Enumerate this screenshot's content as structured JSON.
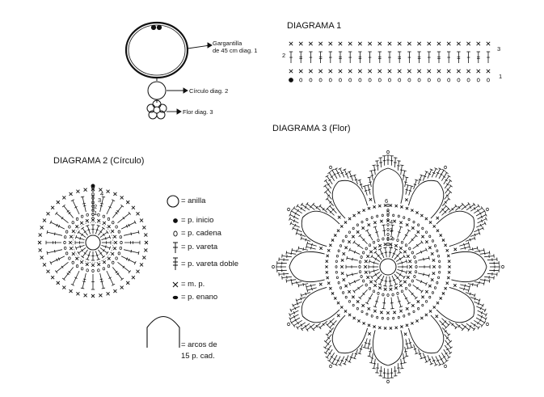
{
  "overview": {
    "label_necklace": "Gargantilla\nde 45 cm diag. 1",
    "label_circle": "Círculo diag. 2",
    "label_flower": "Flor diag. 3"
  },
  "diagram1": {
    "title": "DIAGRAMA 1",
    "row_labels": [
      "1",
      "2",
      "3"
    ]
  },
  "diagram2": {
    "title": "DIAGRAMA 2 (Círculo)",
    "round_labels": [
      "1",
      "2",
      "3",
      "4"
    ]
  },
  "diagram3": {
    "title": "DIAGRAMA 3 (Flor)",
    "round_labels": [
      "1",
      "2",
      "3",
      "4",
      "5",
      "6"
    ]
  },
  "legend": {
    "items": [
      {
        "symbol": "ring",
        "label": "= anilla"
      },
      {
        "symbol": "dot",
        "label": "= p. inicio"
      },
      {
        "symbol": "chain",
        "label": "= p. cadena"
      },
      {
        "symbol": "dc",
        "label": "= p. vareta"
      },
      {
        "symbol": "tr",
        "label": "= p. vareta doble"
      },
      {
        "symbol": "sc",
        "label": "= m. p."
      },
      {
        "symbol": "slip",
        "label": "= p. enano"
      }
    ],
    "arch_label_1": "= arcos de",
    "arch_label_2": "15 p. cad."
  }
}
